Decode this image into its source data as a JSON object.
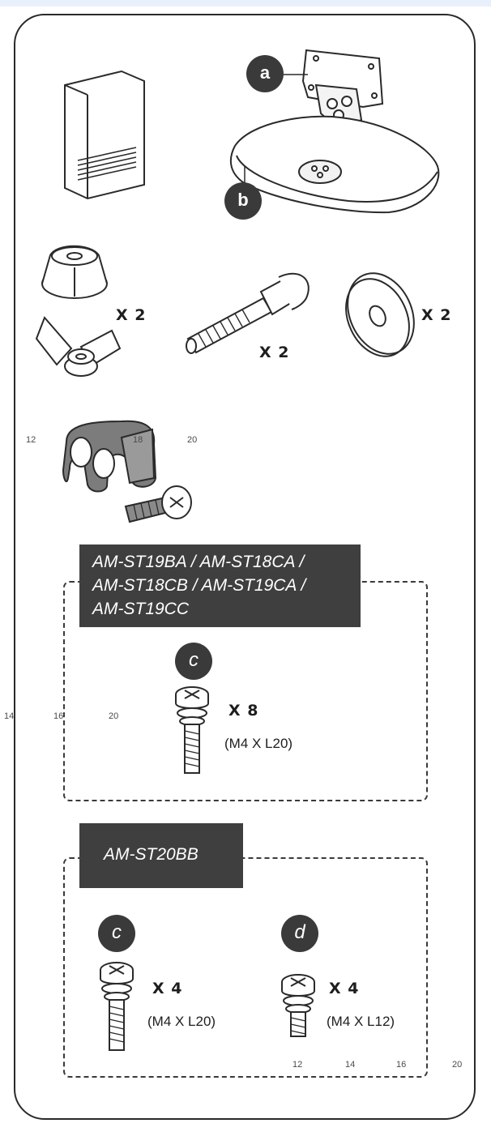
{
  "callouts": {
    "a": "a",
    "b": "b"
  },
  "parts": {
    "wing_nut_qty": "X 2",
    "bolt_qty": "X 2",
    "washer_qty": "X 2"
  },
  "ruler_ticks_1": [
    "12",
    "18",
    "20"
  ],
  "ruler_ticks_2": [
    "14",
    "16",
    "20"
  ],
  "ruler_ticks_3": [
    "12",
    "14",
    "16",
    "20"
  ],
  "group1": {
    "models": [
      "AM-ST19BA / AM-ST18CA /",
      "AM-ST18CB / AM-ST19CA /",
      "AM-ST19CC"
    ],
    "screw_letter": "c",
    "screw_qty": "X 8",
    "screw_spec": "(M4 X L20)"
  },
  "group2": {
    "model": "AM-ST20BB",
    "screw_c_letter": "c",
    "screw_c_qty": "X 4",
    "screw_c_spec": "(M4 X L20)",
    "screw_d_letter": "d",
    "screw_d_qty": "X 4",
    "screw_d_spec": "(M4 X L12)"
  }
}
